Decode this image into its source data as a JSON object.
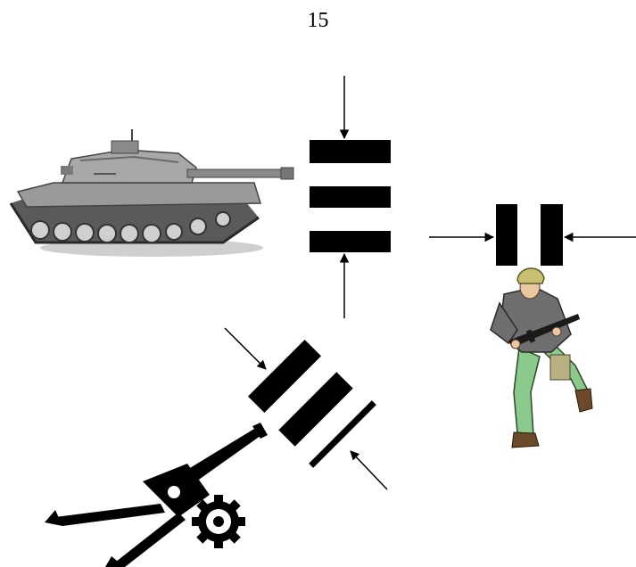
{
  "page": {
    "number": "15"
  },
  "diagram": {
    "figures": [
      {
        "name": "tank",
        "icon": "tank-icon"
      },
      {
        "name": "soldier",
        "icon": "soldier-icon"
      },
      {
        "name": "artillery",
        "icon": "artillery-icon"
      }
    ],
    "bar_groups": [
      {
        "name": "tank-bars",
        "orientation": "horizontal",
        "count": 3
      },
      {
        "name": "soldier-bars",
        "orientation": "vertical",
        "count": 2
      },
      {
        "name": "artillery-bars",
        "orientation": "diagonal",
        "count": 3
      }
    ],
    "colors": {
      "bar": "#000000",
      "tank": "#9a9a9a",
      "uniform": "#8cc98c",
      "jacket": "#6e6e6e",
      "helmet": "#c8c070"
    }
  }
}
